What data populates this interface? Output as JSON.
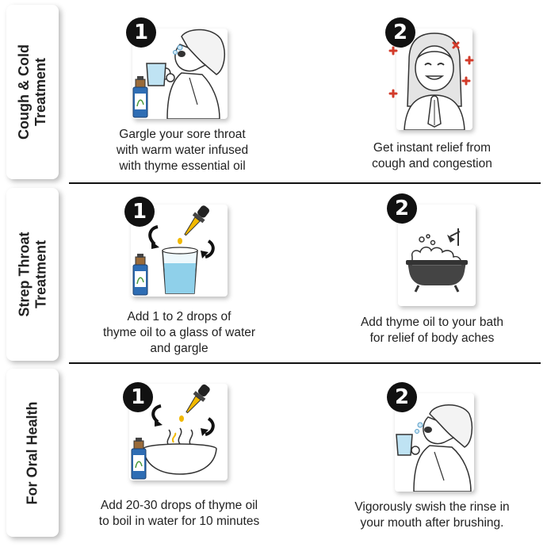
{
  "sections": [
    {
      "label": "Cough & Cold\nTreatment",
      "steps": [
        {
          "number": "1",
          "caption": "Gargle your sore throat\nwith warm water infused\nwith thyme essential oil"
        },
        {
          "number": "2",
          "caption": "Get instant relief from\ncough and congestion"
        }
      ]
    },
    {
      "label": "Strep Throat\nTreatment",
      "steps": [
        {
          "number": "1",
          "caption": "Add 1 to 2 drops of\nthyme oil to a glass of water\nand gargle"
        },
        {
          "number": "2",
          "caption": "Add thyme oil to your bath\nfor relief of body aches"
        }
      ]
    },
    {
      "label": "For Oral Health",
      "steps": [
        {
          "number": "1",
          "caption": "Add 20-30 drops of thyme oil\nto boil in water for 10 minutes"
        },
        {
          "number": "2",
          "caption": "Vigorously swish the rinse in\nyour mouth after brushing."
        }
      ]
    }
  ],
  "colors": {
    "badge": "#111111",
    "bottle_glass": "#2e6db4",
    "bottle_cap": "#9a6b3a",
    "oil": "#f2b900",
    "accent_red": "#d23b2a",
    "water": "#8fd0ea"
  }
}
